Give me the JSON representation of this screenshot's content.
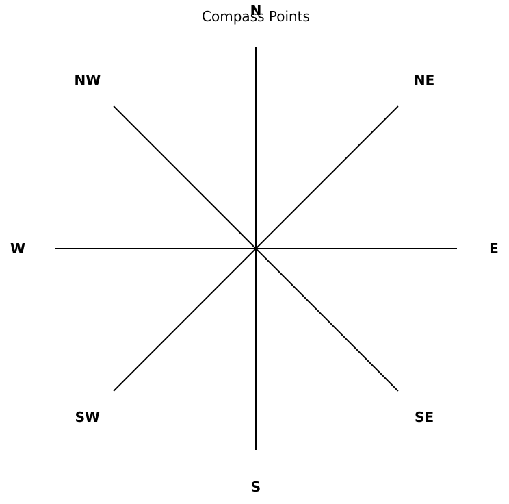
{
  "diagram": {
    "title": "Compass Points",
    "line_color": "#000000",
    "points": [
      {
        "label": "N",
        "bearing": 0
      },
      {
        "label": "NE",
        "bearing": 45
      },
      {
        "label": "E",
        "bearing": 90
      },
      {
        "label": "SE",
        "bearing": 135
      },
      {
        "label": "S",
        "bearing": 180
      },
      {
        "label": "SW",
        "bearing": 225
      },
      {
        "label": "W",
        "bearing": 270
      },
      {
        "label": "NW",
        "bearing": 315
      }
    ]
  }
}
